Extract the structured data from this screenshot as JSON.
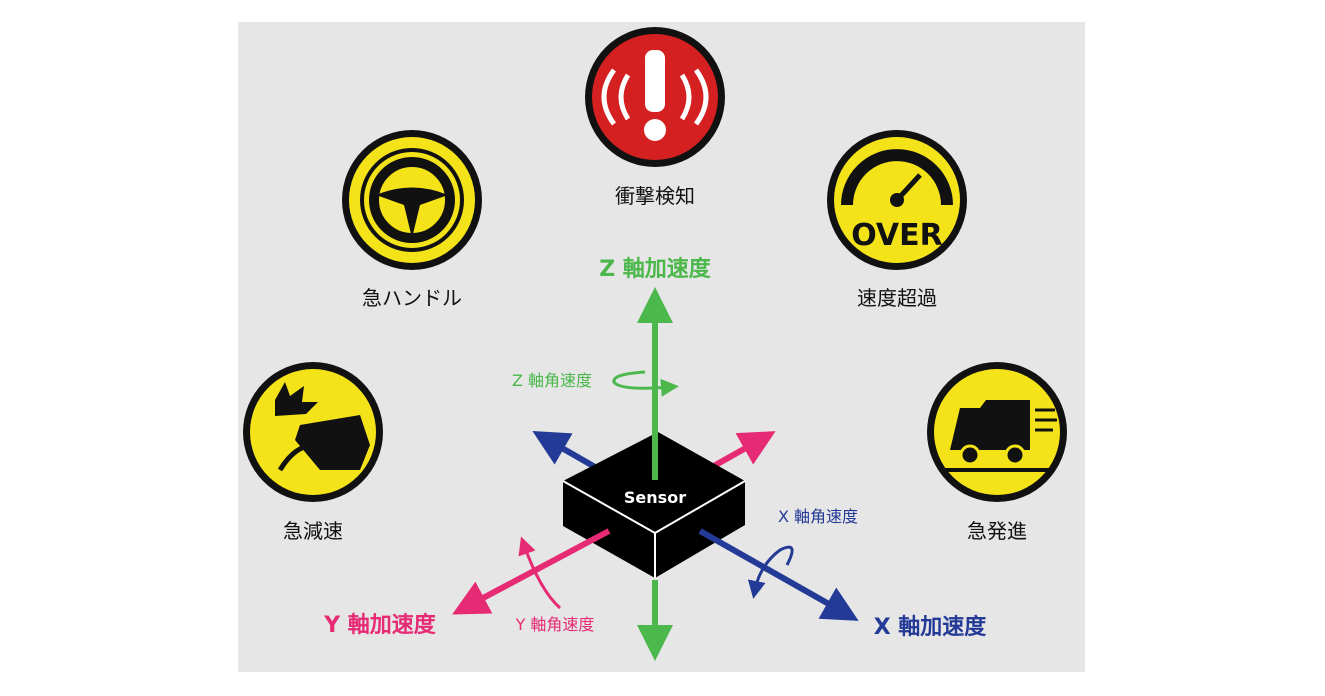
{
  "icons": [
    {
      "id": "impact",
      "label": "衝撃検知",
      "icon": "alert-exclamation-icon",
      "color": "#d42020"
    },
    {
      "id": "steering",
      "label": "急ハンドル",
      "icon": "steering-wheel-icon",
      "color": "#f5e31a"
    },
    {
      "id": "speed",
      "label": "速度超過",
      "icon": "speedometer-over-icon",
      "color": "#f5e31a",
      "badge": "OVER"
    },
    {
      "id": "brake",
      "label": "急減速",
      "icon": "sudden-brake-icon",
      "color": "#f5e31a"
    },
    {
      "id": "start",
      "label": "急発進",
      "icon": "truck-start-icon",
      "color": "#f5e31a"
    }
  ],
  "sensor": {
    "label": "Sensor"
  },
  "axes": {
    "z_accel": "Z 軸加速度",
    "z_gyro": "Z 軸角速度",
    "x_accel": "X 軸加速度",
    "x_gyro": "X 軸角速度",
    "y_accel": "Y 軸加速度",
    "y_gyro": "Y 軸角速度"
  },
  "colors": {
    "z": "#4cb84c",
    "x": "#233a96",
    "y": "#e62a74"
  }
}
